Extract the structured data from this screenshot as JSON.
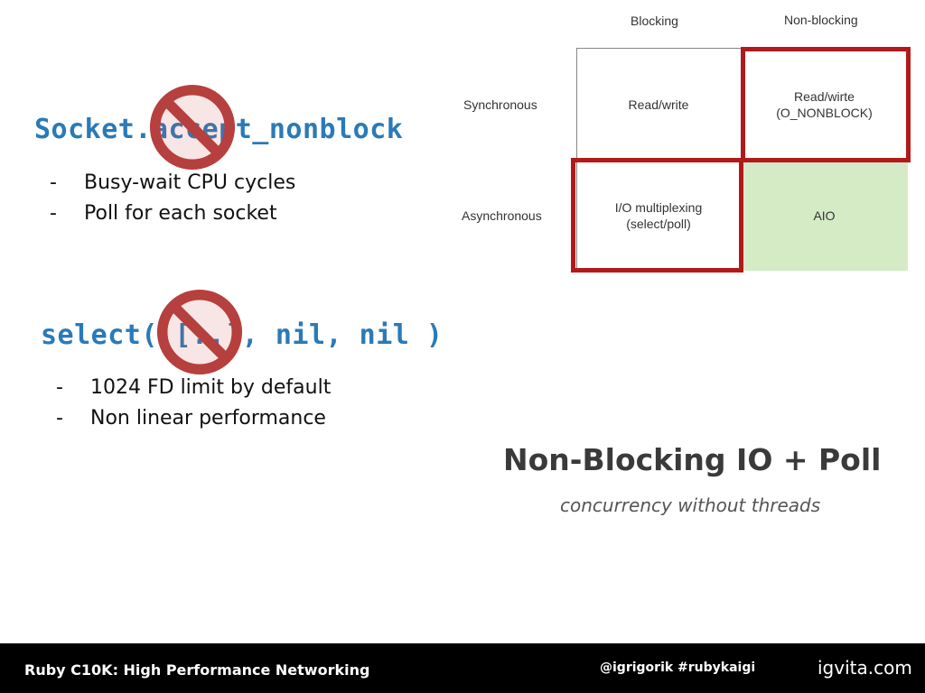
{
  "code1": {
    "text": "Socket.accept_nonblock"
  },
  "bullets1": [
    {
      "dash": "-",
      "text": "Busy-wait CPU cycles"
    },
    {
      "dash": "-",
      "text": "Poll for each socket"
    }
  ],
  "code2": {
    "text": "select( [..], nil, nil )"
  },
  "bullets2": [
    {
      "dash": "-",
      "text": "1024 FD limit by default"
    },
    {
      "dash": "-",
      "text": "Non linear performance"
    }
  ],
  "matrix": {
    "col_headers": [
      "Blocking",
      "Non-blocking"
    ],
    "row_headers": [
      "Synchronous",
      "Asynchronous"
    ],
    "cells": {
      "sync_blocking": "Read/write",
      "sync_nonblocking_line1": "Read/wirte",
      "sync_nonblocking_line2": "(O_NONBLOCK)",
      "async_blocking_line1": "I/O multiplexing",
      "async_blocking_line2": "(select/poll)",
      "async_nonblocking": "AIO"
    },
    "highlight_color": "#b21a1a",
    "aio_fill": "#d5ebc6"
  },
  "headline": "Non-Blocking IO + Poll",
  "subheadline": "concurrency without threads",
  "footer": {
    "title": "Ruby C10K: High Performance Networking",
    "handle": "@igrigorik #rubykaigi",
    "site": "igvita.com"
  },
  "colors": {
    "code": "#2a7ab8",
    "no_sign": "#c0413f",
    "footer_bg": "#000000"
  },
  "icons": [
    "no-sign-icon"
  ]
}
